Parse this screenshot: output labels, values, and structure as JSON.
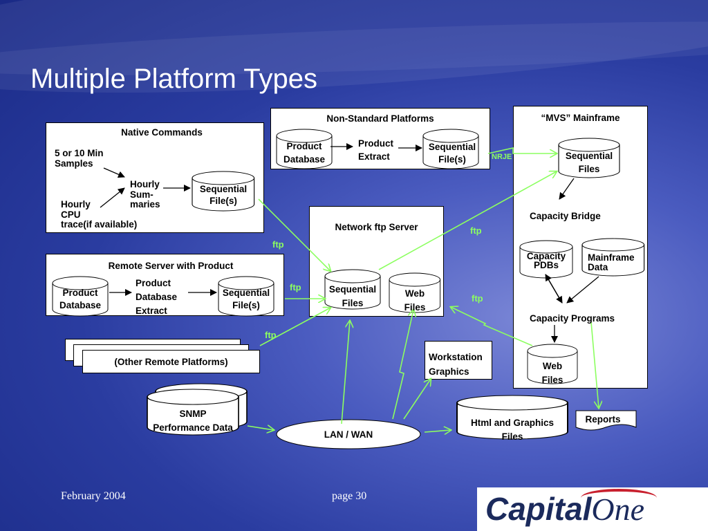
{
  "title": "Multiple Platform Types",
  "footer": {
    "date": "February 2004",
    "page": "page 30"
  },
  "logo": {
    "part1": "Capital",
    "part2": "One"
  },
  "native": {
    "title": "Native Commands",
    "samples": "5 or 10 Min\nSamples",
    "hourly_cpu": "Hourly\nCPU\ntrace(if available)",
    "hourly_sum": "Hourly\nSum-\nmaries",
    "seq": "Sequential\nFile(s)"
  },
  "remote": {
    "title": "Remote Server with Product",
    "db": "Product\nDatabase",
    "extract": "Product\nDatabase\nExtract",
    "seq": "Sequential\nFile(s)"
  },
  "other_remote": "(Other Remote Platforms)",
  "nonstd": {
    "title": "Non-Standard Platforms",
    "db": "Product\nDatabase",
    "extract": "Product\nExtract",
    "seq": "Sequential\nFile(s)"
  },
  "mvs": {
    "title": "“MVS” Mainframe",
    "seq": "Sequential\nFiles",
    "bridge": "Capacity Bridge",
    "pdbs": "Capacity\nPDBs",
    "mf_data": "Mainframe\nData",
    "programs": "Capacity Programs",
    "web": "Web\nFiles"
  },
  "ftpserver": {
    "title": "Network ftp Server",
    "seq": "Sequential\nFiles",
    "web": "Web\nFiles"
  },
  "workstation": "Workstation\nGraphics",
  "snmp": "SNMP\nPerformance Data",
  "lan": "LAN / WAN",
  "html_files": "Html and Graphics\nFiles",
  "reports": "Reports",
  "link_labels": {
    "ftp": "ftp",
    "nrje": "NRJE"
  }
}
